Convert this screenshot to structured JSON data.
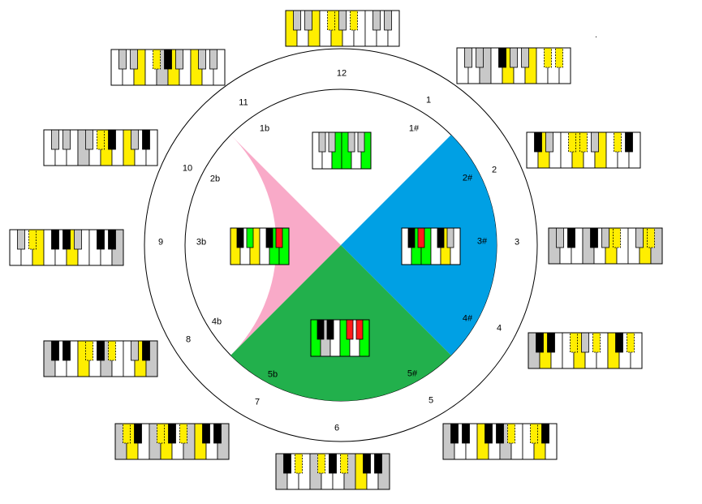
{
  "outer_labels": [
    "1",
    "2",
    "3",
    "4",
    "5",
    "6",
    "7",
    "8",
    "9",
    "10",
    "11",
    "12"
  ],
  "inner_labels": [
    "1#",
    "2#",
    "3#",
    "4#",
    "5#",
    "5b",
    "4b",
    "3b",
    "2b",
    "1b"
  ],
  "colors": {
    "pink": "#f9aac8",
    "blue": "#00a0e4",
    "green": "#22b04c",
    "highlight_yellow": "#ffee00",
    "highlight_green": "#00ff00",
    "highlight_red": "#ff1a1a",
    "key_gray": "#c8c8c8",
    "key_black": "#000000"
  },
  "outer_keyboards": [
    {
      "id": "kb-12",
      "white": [
        "Y",
        "W",
        "Y",
        "W",
        "Y",
        "W",
        "W",
        "W",
        "W",
        "W"
      ],
      "black": [
        "G",
        "G",
        "Y",
        "G",
        "Y",
        "G",
        "G",
        "G"
      ]
    },
    {
      "id": "kb-1",
      "white": [
        "W",
        "W",
        "G",
        "W",
        "Y",
        "W",
        "Y",
        "W",
        "W",
        "W"
      ],
      "black": [
        "G",
        "G",
        "K",
        "G",
        "G",
        "Y",
        "Y",
        "G"
      ]
    },
    {
      "id": "kb-2",
      "white": [
        "W",
        "Y",
        "W",
        "W",
        "Y",
        "W",
        "Y",
        "W",
        "W",
        "W"
      ],
      "black": [
        "K",
        "G",
        "Y",
        "Y",
        "G",
        "Y",
        "K",
        "G"
      ]
    },
    {
      "id": "kb-3",
      "white": [
        "G",
        "W",
        "W",
        "G",
        "W",
        "Y",
        "W",
        "W",
        "Y",
        "G"
      ],
      "black": [
        "G",
        "K",
        "K",
        "G",
        "Y",
        "G",
        "Y",
        "Y"
      ]
    },
    {
      "id": "kb-4",
      "white": [
        "G",
        "Y",
        "W",
        "W",
        "Y",
        "W",
        "W",
        "Y",
        "W",
        "W"
      ],
      "black": [
        "K",
        "K",
        "Y",
        "G",
        "Y",
        "K",
        "Y",
        "G"
      ]
    },
    {
      "id": "kb-5",
      "white": [
        "G",
        "W",
        "W",
        "Y",
        "W",
        "G",
        "W",
        "W",
        "Y",
        "W"
      ],
      "black": [
        "K",
        "K",
        "K",
        "K",
        "Y",
        "Y",
        "K",
        "Y"
      ]
    },
    {
      "id": "kb-6",
      "white": [
        "G",
        "W",
        "W",
        "G",
        "W",
        "W",
        "G",
        "Y",
        "W",
        "G"
      ],
      "black": [
        "K",
        "Y",
        "Y",
        "K",
        "Y",
        "K",
        "K",
        "K"
      ]
    },
    {
      "id": "kb-7",
      "white": [
        "G",
        "Y",
        "W",
        "G",
        "Y",
        "W",
        "G",
        "Y",
        "W",
        "G"
      ],
      "black": [
        "Y",
        "K",
        "Y",
        "K",
        "Y",
        "K",
        "K",
        "K"
      ]
    },
    {
      "id": "kb-8",
      "white": [
        "G",
        "W",
        "W",
        "Y",
        "W",
        "G",
        "W",
        "W",
        "Y",
        "G"
      ],
      "black": [
        "K",
        "K",
        "Y",
        "K",
        "Y",
        "G",
        "K",
        "K"
      ]
    },
    {
      "id": "kb-9",
      "white": [
        "W",
        "W",
        "Y",
        "W",
        "W",
        "Y",
        "W",
        "W",
        "W",
        "G"
      ],
      "black": [
        "G",
        "Y",
        "K",
        "K",
        "G",
        "K",
        "K",
        "K"
      ]
    },
    {
      "id": "kb-10",
      "white": [
        "W",
        "W",
        "W",
        "G",
        "W",
        "Y",
        "W",
        "Y",
        "W",
        "W"
      ],
      "black": [
        "G",
        "G",
        "G",
        "Y",
        "K",
        "G",
        "K",
        "G"
      ]
    },
    {
      "id": "kb-11",
      "white": [
        "W",
        "W",
        "Y",
        "W",
        "G",
        "Y",
        "W",
        "Y",
        "W",
        "W"
      ],
      "black": [
        "G",
        "G",
        "Y",
        "K",
        "G",
        "G",
        "G",
        "G"
      ]
    }
  ],
  "inner_keyboards": [
    {
      "id": "kb-center-top",
      "white": [
        "W",
        "W",
        "N",
        "N",
        "W",
        "N"
      ],
      "black": [
        "G",
        "G",
        "G",
        "G"
      ]
    },
    {
      "id": "kb-center-left",
      "white": [
        "Y",
        "W",
        "Y",
        "W",
        "N",
        "N"
      ],
      "black": [
        "K",
        "N",
        "K",
        "R"
      ]
    },
    {
      "id": "kb-center-right",
      "white": [
        "W",
        "N",
        "N",
        "W",
        "Y",
        "W"
      ],
      "black": [
        "K",
        "R",
        "K",
        "G"
      ]
    },
    {
      "id": "kb-center-bottom",
      "white": [
        "N",
        "G",
        "W",
        "N",
        "W",
        "N"
      ],
      "black": [
        "K",
        "K",
        "R",
        "R"
      ]
    }
  ]
}
